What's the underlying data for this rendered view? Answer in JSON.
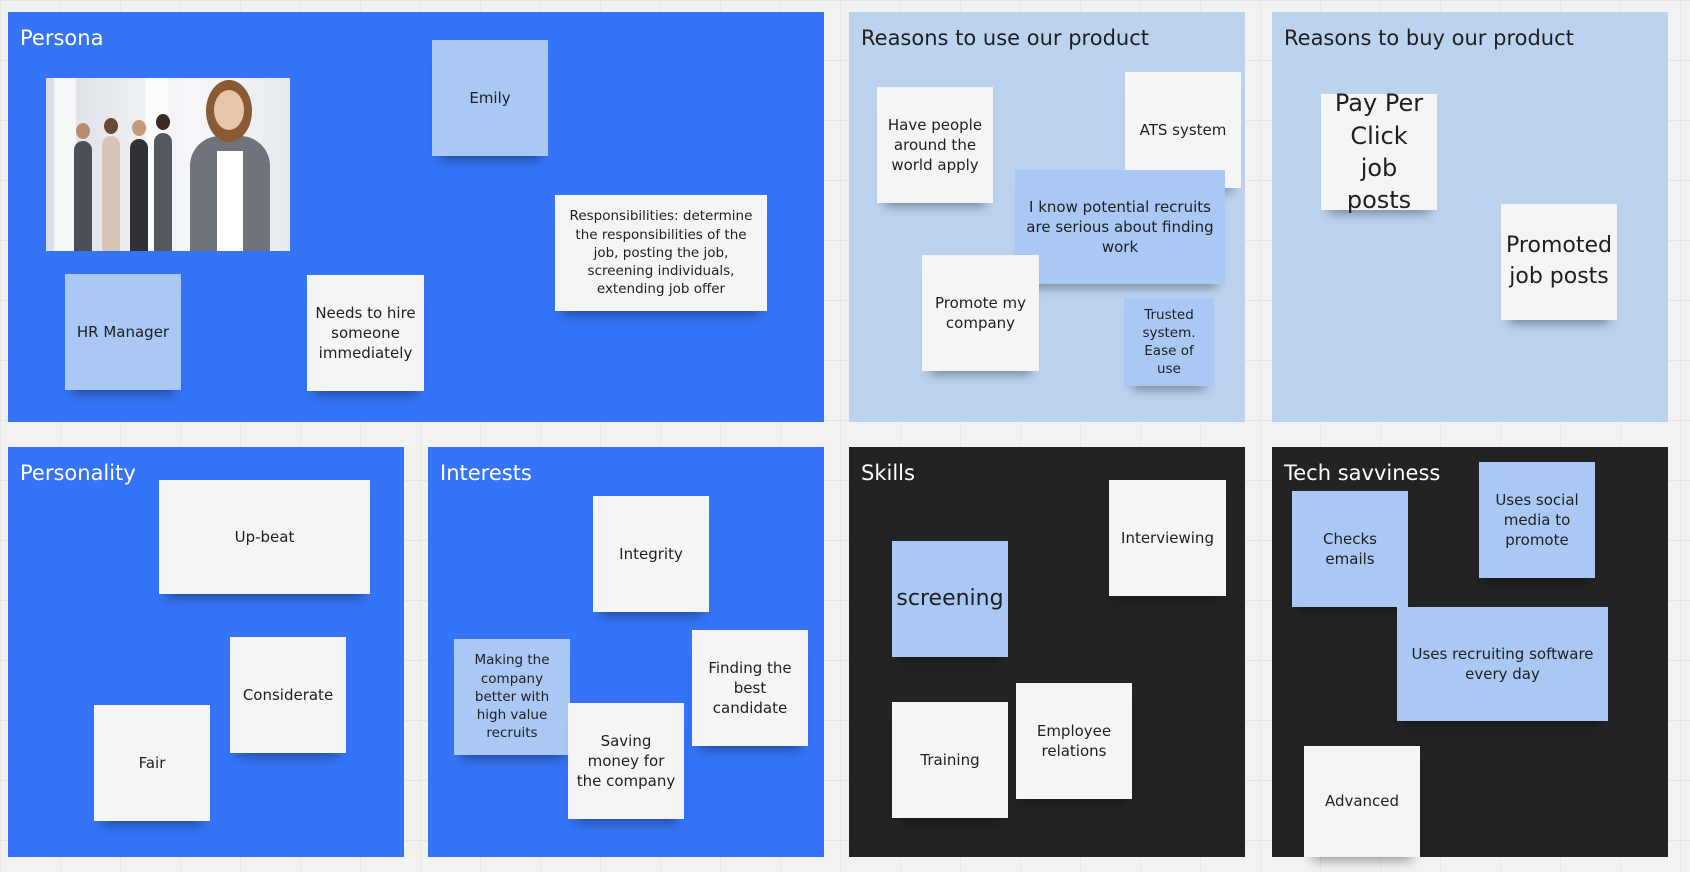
{
  "frames": {
    "persona": {
      "title": "Persona",
      "notes": {
        "emily": "Emily",
        "hr_manager": "HR Manager",
        "needs": "Needs to hire someone immediately",
        "responsibilities": "Responsibilities: determine the responsibilities of the job, posting the job, screening individuals, extending job offer"
      }
    },
    "reasons_use": {
      "title": "Reasons to use our product",
      "notes": {
        "people": "Have people around the world apply",
        "ats": "ATS system",
        "serious": "I know potential recruits are serious about finding work",
        "promote": "Promote my company",
        "trusted": "Trusted system. Ease of use"
      }
    },
    "reasons_buy": {
      "title": "Reasons to buy our product",
      "notes": {
        "ppc": "Pay Per Click job posts",
        "promoted": "Promoted job posts"
      }
    },
    "personality": {
      "title": "Personality",
      "notes": {
        "upbeat": "Up-beat",
        "considerate": "Considerate",
        "fair": "Fair"
      }
    },
    "interests": {
      "title": "Interests",
      "notes": {
        "integrity": "Integrity",
        "making": "Making the company better with high value recruits",
        "finding": "Finding the best candidate",
        "saving": "Saving money for the company"
      }
    },
    "skills": {
      "title": "Skills",
      "notes": {
        "interviewing": "Interviewing",
        "screening": "screening",
        "training": "Training",
        "employee": "Employee relations"
      }
    },
    "tech": {
      "title": "Tech savviness",
      "notes": {
        "emails": "Checks emails",
        "social": "Uses social media to promote",
        "software": "Uses recruiting software every day",
        "advanced": "Advanced"
      }
    }
  },
  "colors": {
    "frame_blue": "#3574f6",
    "frame_light": "#bcd3f0",
    "frame_dark": "#232323",
    "note_white": "#f5f5f7",
    "note_blue": "#a9c8f4"
  }
}
